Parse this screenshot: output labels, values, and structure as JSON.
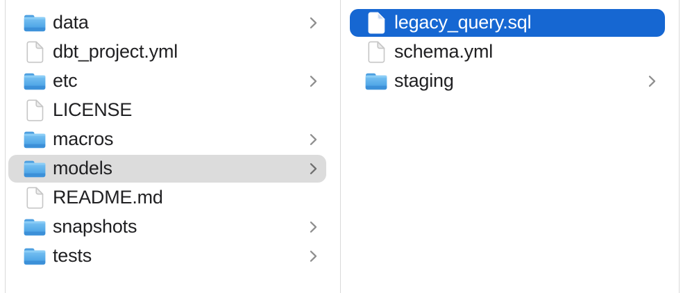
{
  "colors": {
    "selection-blue": "#1667d2",
    "selection-gray": "#dcdcdc",
    "divider": "#d9d9d9",
    "text": "#202022",
    "text-selected": "#ffffff",
    "chevron": "#8f8f8f",
    "folder-top": "#7cc4f3",
    "folder-bottom": "#3c90d8"
  },
  "columns": [
    {
      "name": "parent-folder-column",
      "items": [
        {
          "label": "data",
          "kind": "folder",
          "chevron": true,
          "selected": "none"
        },
        {
          "label": "dbt_project.yml",
          "kind": "file",
          "chevron": false,
          "selected": "none"
        },
        {
          "label": "etc",
          "kind": "folder",
          "chevron": true,
          "selected": "none"
        },
        {
          "label": "LICENSE",
          "kind": "file",
          "chevron": false,
          "selected": "none"
        },
        {
          "label": "macros",
          "kind": "folder",
          "chevron": true,
          "selected": "none"
        },
        {
          "label": "models",
          "kind": "folder",
          "chevron": true,
          "selected": "gray"
        },
        {
          "label": "README.md",
          "kind": "file",
          "chevron": false,
          "selected": "none"
        },
        {
          "label": "snapshots",
          "kind": "folder",
          "chevron": true,
          "selected": "none"
        },
        {
          "label": "tests",
          "kind": "folder",
          "chevron": true,
          "selected": "none"
        }
      ]
    },
    {
      "name": "models-folder-column",
      "items": [
        {
          "label": "legacy_query.sql",
          "kind": "file",
          "chevron": false,
          "selected": "blue"
        },
        {
          "label": "schema.yml",
          "kind": "file",
          "chevron": false,
          "selected": "none"
        },
        {
          "label": "staging",
          "kind": "folder",
          "chevron": true,
          "selected": "none"
        }
      ]
    }
  ]
}
